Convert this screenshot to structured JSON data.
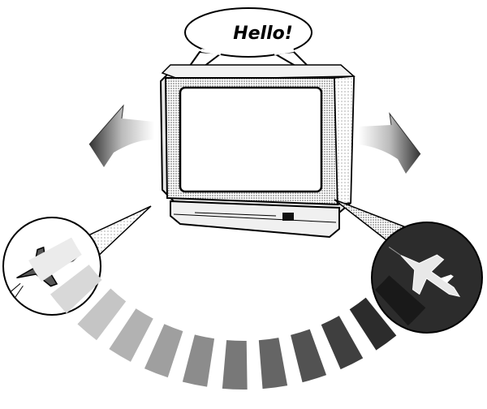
{
  "speech_bubble": {
    "text": "Hello!"
  },
  "colors": {
    "outline": "#000000",
    "screen": "#ffffff",
    "bezel_shade": "#b8b8b8",
    "body_light": "#e6e6e6",
    "dark_circle": "#2c2c2c",
    "light_circle": "#ffffff"
  },
  "icons": [
    "speech-bubble",
    "television",
    "left-rotate-arrow",
    "right-rotate-arrow",
    "fighter-jet-normal",
    "fighter-jet-inverted",
    "gradation-arc"
  ],
  "gradation_bar": {
    "steps": 12
  }
}
